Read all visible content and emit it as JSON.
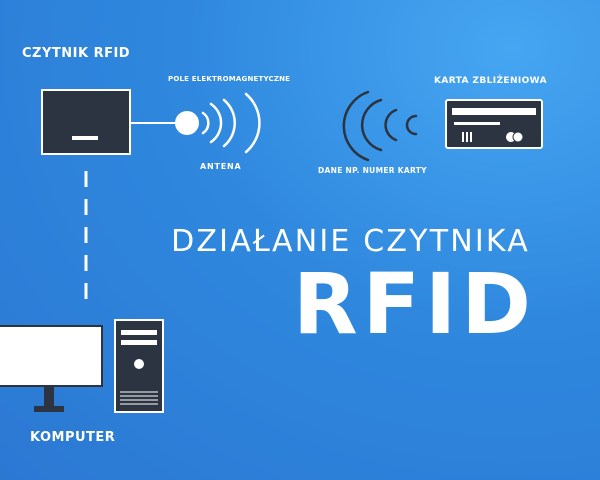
{
  "labels": {
    "reader": "CZYTNIK RFID",
    "field": "POLE ELEKTROMAGNETYCZNE",
    "antenna": "ANTENA",
    "card": "KARTA ZBLIŻENIOWA",
    "data": "DANE NP. NUMER KARTY",
    "computer": "KOMPUTER"
  },
  "headline": {
    "line1": "DZIAŁANIE CZYTNIKA",
    "line2": "RFID"
  },
  "colors": {
    "background": "#2f88de",
    "device_fill": "#2b3440",
    "line": "#ffffff"
  }
}
